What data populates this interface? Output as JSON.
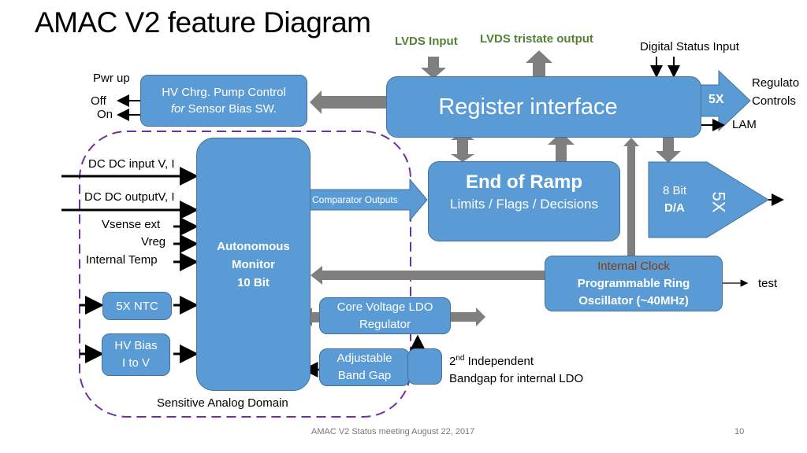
{
  "title": "AMAC V2 feature Diagram",
  "top_labels": {
    "lvds_input": "LVDS Input",
    "lvds_tristate_output": "LVDS tristate output",
    "digital_status_input": "Digital Status Input"
  },
  "right_labels": {
    "regulator_controls_1": "Regulato",
    "regulator_controls_2": "Controls",
    "five_x": "5X",
    "lam": "LAM",
    "test": "test"
  },
  "hv_pump": {
    "pwr_up": "Pwr up",
    "off": "Off",
    "on": "On",
    "line1": "HV Chrg. Pump Control",
    "line2_italic": "for",
    "line2_rest": " Sensor Bias SW."
  },
  "register_interface": "Register interface",
  "end_of_ramp": {
    "title": "End of Ramp",
    "subtitle": "Limits / Flags / Decisions"
  },
  "dac": {
    "line1": "8 Bit",
    "line2": "D/A",
    "count": "5X"
  },
  "monitor": {
    "line1": "Autonomous",
    "line2": "Monitor",
    "line3": "10 Bit",
    "comparator_outputs": "Comparator Outputs"
  },
  "inputs": {
    "dcdc_input": "DC DC input  V, I",
    "dcdc_output": "DC DC outputV, I",
    "vsense_ext": "Vsense ext",
    "vreg": "Vreg",
    "internal_temp": "Internal Temp"
  },
  "ntc": "5X NTC",
  "hv_bias": {
    "line1": "HV Bias",
    "line2": "I to V"
  },
  "clock": {
    "line1": "Internal Clock",
    "line2": "Programmable  Ring",
    "line3": "Oscillator (~40MHz)"
  },
  "ldo": {
    "line1": "Core Voltage LDO",
    "line2": "Regulator"
  },
  "bandgap": {
    "line1": "Adjustable",
    "line2": "Band Gap"
  },
  "bandgap2": {
    "sup": "nd",
    "num": "2",
    "line1_rest": " Independent",
    "line2": "Bandgap for  internal LDO"
  },
  "domain_label": "Sensitive Analog Domain",
  "footer": {
    "text": "AMAC  V2  Status  meeting   August 22, 2017",
    "page": "10"
  },
  "colors": {
    "box_fill": "#5b9bd5",
    "box_border": "#41719c",
    "arrow_gray": "#7f7f7f",
    "domain_border": "#7030a0",
    "lvds_green": "#548235",
    "clock_title": "#843c0c"
  }
}
